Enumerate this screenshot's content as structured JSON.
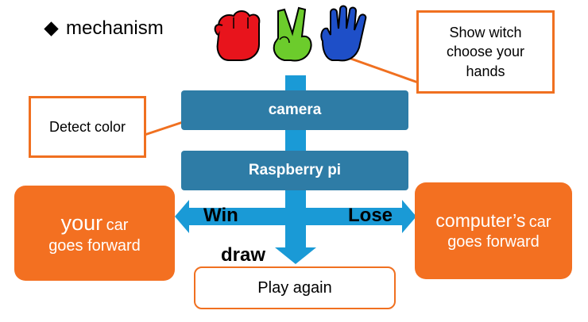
{
  "title": "mechanism",
  "callouts": {
    "hands": [
      "Show witch",
      "choose your",
      "hands"
    ],
    "detect": "Detect color"
  },
  "boxes": {
    "camera": "camera",
    "raspberry": "Raspberry pi"
  },
  "labels": {
    "win": "Win",
    "lose": "Lose",
    "draw": "draw"
  },
  "results": {
    "left": {
      "big": "your",
      "small": "car",
      "line2": "goes forward"
    },
    "right": {
      "big": "computer’s",
      "small": "car",
      "line2": "goes forward"
    }
  },
  "play_again": "Play again",
  "colors": {
    "blue_box": "#2e7ca6",
    "arrow": "#1a9ad6",
    "orange": "#f37021",
    "hand_red": "#e8141c",
    "hand_green": "#6ccc2c",
    "hand_blue": "#1e4fc8"
  }
}
